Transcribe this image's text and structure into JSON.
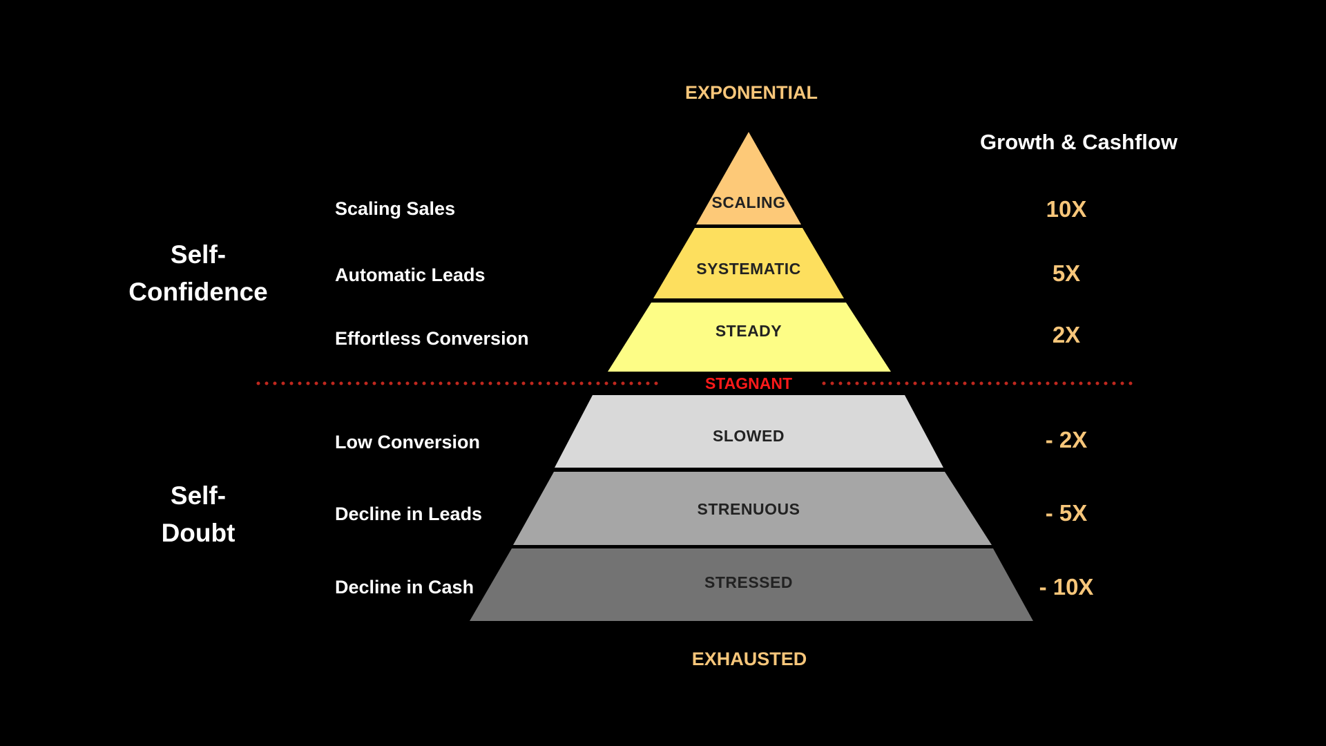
{
  "top_caption": "EXPONENTIAL",
  "bottom_caption": "EXHAUSTED",
  "divider_label": "STAGNANT",
  "right_column_title": "Growth & Cashflow",
  "groups": {
    "upper": "Self-\nConfidence",
    "lower": "Self-\nDoubt"
  },
  "tiers": [
    {
      "label": "SCALING",
      "left": "Scaling Sales",
      "multiplier": "10X",
      "color": "#fdc978"
    },
    {
      "label": "SYSTEMATIC",
      "left": "Automatic Leads",
      "multiplier": "5X",
      "color": "#fddf5e"
    },
    {
      "label": "STEADY",
      "left": "Effortless Conversion",
      "multiplier": "2X",
      "color": "#fdfd86"
    },
    {
      "label": "SLOWED",
      "left": "Low Conversion",
      "multiplier": "- 2X",
      "color": "#d9d9d9"
    },
    {
      "label": "STRENUOUS",
      "left": "Decline in Leads",
      "multiplier": "- 5X",
      "color": "#a6a6a6"
    },
    {
      "label": "STRESSED",
      "left": "Decline in Cash",
      "multiplier": "- 10X",
      "color": "#737373"
    }
  ],
  "colors": {
    "accent": "#f7c67a",
    "divider": "#c0281e",
    "stagnant_text": "#ff1a1a"
  }
}
